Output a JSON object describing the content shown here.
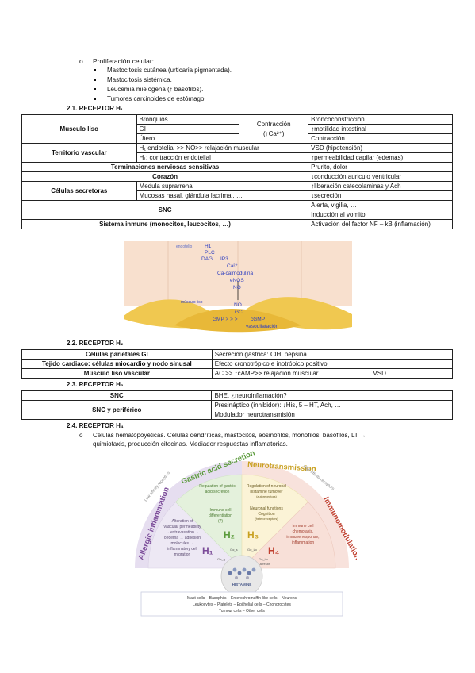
{
  "intro": {
    "title": "Proliferación celular:",
    "items": [
      "Mastocitosis cutánea (urticaria pigmentada).",
      "Mastocitosis sistémica.",
      "Leucemia mielógena (↑ basófilos).",
      "Tumores carcinoides de estómago."
    ]
  },
  "h1": {
    "heading": "2.1. RECEPTOR H₁",
    "rows": {
      "musculo": "Musculo liso",
      "bronquios": "Bronquios",
      "gi": "GI",
      "utero": "Útero",
      "contraccion": "Contracción",
      "contraccion2": "(↑Ca²⁺)",
      "bronco": "Broncoconstricción",
      "motilidad": "↑motilidad intestinal",
      "contr_out": "Contracción",
      "vascular": "Territorio vascular",
      "endotelial1": "H₁ endotelial >> NO>> relajación muscular",
      "endotelial2": "H₁: contracción endotelial",
      "vsd": "VSD (hipotensión)",
      "permeab": "↑permeabilidad capilar (edemas)",
      "term": "Terminaciones nerviosas sensitivas",
      "prurito": "Prurito, dolor",
      "corazon": "Corazón",
      "conduccion": "↓conducción auriculo ventricular",
      "secretoras": "Células secretoras",
      "medula": "Medula suprarrenal",
      "mucosas": "Mucosas nasal, glándula lacrimal, …",
      "liberacion": "↑liberación catecolaminas y Ach",
      "secrecion": "↓secreción",
      "snc": "SNC",
      "alerta": "Alerta, vigilia, …",
      "vomito": "Inducción al vomito",
      "inmune": "Sistema inmune (monocitos, leucocitos, …)",
      "nfkb": "Activación del factor NF – kB (inflamación)"
    }
  },
  "diagram": {
    "labels": {
      "endotelio": "endotelio",
      "h1": "H1",
      "plc": "PLC",
      "dag": "DAG",
      "ip3": "IP3",
      "ca": "Ca²⁺",
      "cacalm": "Ca-calmodulina",
      "enos": "eNOS",
      "no1": "NO",
      "musculo": "músculo liso",
      "no2": "NO",
      "gc": "GC",
      "gmp": "GMP > > >",
      "cgmp": "cGMP",
      "vaso": "vasodilatación"
    }
  },
  "h2": {
    "heading": "2.2. RECEPTOR H₂",
    "r1a": "Células parietales GI",
    "r1b": "Secreción gástrica: ClH, pepsina",
    "r2a": "Tejido cardiaco: células miocardio y nodo sinusal",
    "r2b": "Efecto cronotrópico e inotrópico positivo",
    "r3a": "Músculo liso vascular",
    "r3b": "AC >> ↑cAMP>> relajación muscular",
    "r3c": "VSD"
  },
  "h3": {
    "heading": "2.3. RECEPTOR H₃",
    "r1a": "SNC",
    "r1b": "BHE, ¿neuroinflamación?",
    "r2a": "SNC y periférico",
    "r2b": "Presináptico (inhibidor): ↓His, 5 – HT, Ach, …",
    "r2c": "Modulador neurotransmisión"
  },
  "h4": {
    "heading": "2.4. RECEPTOR H₄",
    "para1": "Células hematopoyéticas. Células dendríticas, mastocitos, eosinófilos, monofilos, basófilos, LT →",
    "para2": "quimiotaxis, producción citocinas. Mediador respuestas inflamatorias."
  },
  "fan": {
    "arc_left": "Allergic inflammation",
    "arc_gastric": "Gastric acid secretion",
    "arc_neuro": "Neurotransmission",
    "arc_immuno": "Immunomodulation",
    "low_aff": "Low affinity receptors",
    "high_aff": "High affinity receptors",
    "h1_text": [
      "Alteration of",
      "vascular permeability",
      "→ extravasation →",
      "oedema → adhesion",
      "molecules →",
      "inflammatory cell",
      "migration"
    ],
    "h2_top": [
      "Regulation of gastric",
      "acid secretion"
    ],
    "h2_mid": [
      "Immune cell",
      "differentiation",
      "(?)"
    ],
    "h3_top": [
      "Regulation of neuronal",
      "histamine turnover",
      "(autoreceptors)"
    ],
    "h3_mid": [
      "Neuronal functions",
      "Cognition",
      "(heteroreceptors)"
    ],
    "h4_text": [
      "Immune cell",
      "chemotaxis,",
      "immune response,",
      "inflammation"
    ],
    "lbl_h1": "H₁",
    "lbl_h2": "H₂",
    "lbl_h3": "H₃",
    "lbl_h4": "H₄",
    "gq": "Gα_q",
    "gs": "Gα_s",
    "gi1": "Gα_i/o",
    "gi2": "Gα_i/o",
    "barr": "β-arrestin",
    "histamine": "HISTAMINE",
    "cells1": "Mast cells – Basophils – Enterochromaffin-like cells – Neurons",
    "cells2": "Leukocytes – Platelets – Epithelial cells – Chondrocytes",
    "cells3": "Tumour cells – Other cells"
  }
}
